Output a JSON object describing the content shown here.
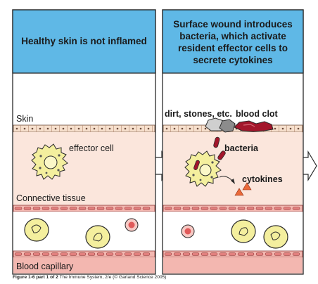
{
  "panels": [
    {
      "header": [
        "Healthy skin is not inflamed"
      ],
      "labels": {
        "skin": "Skin",
        "effector_cell": "effector cell",
        "connective_tissue": "Connective tissue",
        "blood_capillary": "Blood capillary"
      }
    },
    {
      "header": [
        "Surface wound introduces",
        "bacteria, which activate",
        "resident effector cells to",
        "secrete cytokines"
      ],
      "labels": {
        "dirt": "dirt, stones, etc.",
        "blood_clot": "blood clot",
        "bacteria": "bacteria",
        "cytokines": "cytokines"
      }
    }
  ],
  "caption": {
    "figure": "Figure 1-6 part 1 of 2",
    "book": "The Immune System, 2/e (© Garland Science 2005)"
  },
  "colors": {
    "header_blue": "#5fb8e6",
    "tissue_pink": "#fbe6dc",
    "skin_cream": "#f6dfcc",
    "capillary_pink": "#f3b7b0",
    "capillary_stripe": "#e2807e",
    "rbc_yellow": "#f4ef9e",
    "clot_red": "#a3162b",
    "cytokine_orange": "#ea6a3a"
  }
}
